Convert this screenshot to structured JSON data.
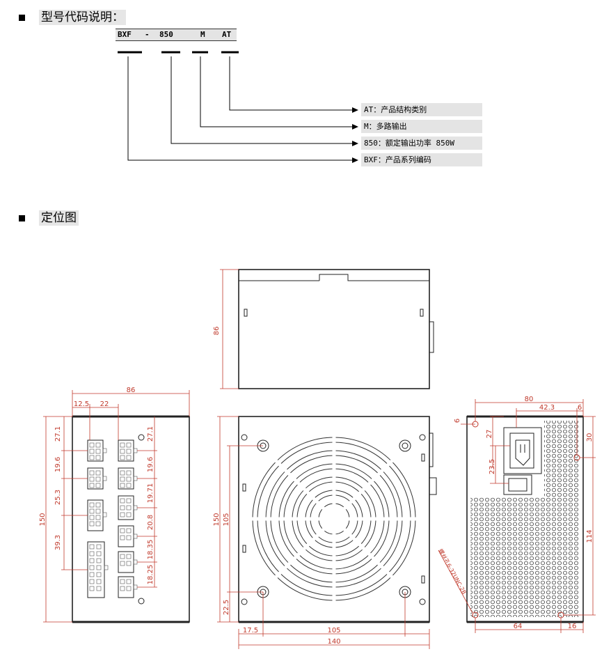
{
  "sections": {
    "model_code_title": "型号代码说明：",
    "position_title": "定位图"
  },
  "model_code": {
    "parts": [
      "BXF",
      "-",
      "850",
      "M",
      "AT"
    ],
    "legend": [
      "AT：产品结构类别",
      "M：多路输出",
      "850：额定输出功率 850W",
      "BXF：产品系列编码"
    ]
  },
  "dimensions": {
    "top_view_height": "86",
    "side_width": "86",
    "side_12_5": "12.5",
    "side_22": "22",
    "side_height": "150",
    "left_col": [
      "27.1",
      "19.6",
      "25.3",
      "39.3"
    ],
    "right_col": [
      "27.1",
      "19.6",
      "19.71",
      "20.8",
      "18.35",
      "18.25"
    ],
    "fan_150": "150",
    "fan_105": "105",
    "fan_22_5": "22.5",
    "fan_17_5": "17.5",
    "fan_105_bottom": "105",
    "fan_140": "140",
    "rear_80": "80",
    "rear_42_3": "42.3",
    "rear_6_top": "6",
    "rear_6_left": "6",
    "rear_27": "27",
    "rear_23_5": "23.5",
    "rear_30": "30",
    "rear_114": "114",
    "rear_64": "64",
    "rear_16": "16",
    "screw_note": "螺丝孔6-32UNC-2B"
  }
}
